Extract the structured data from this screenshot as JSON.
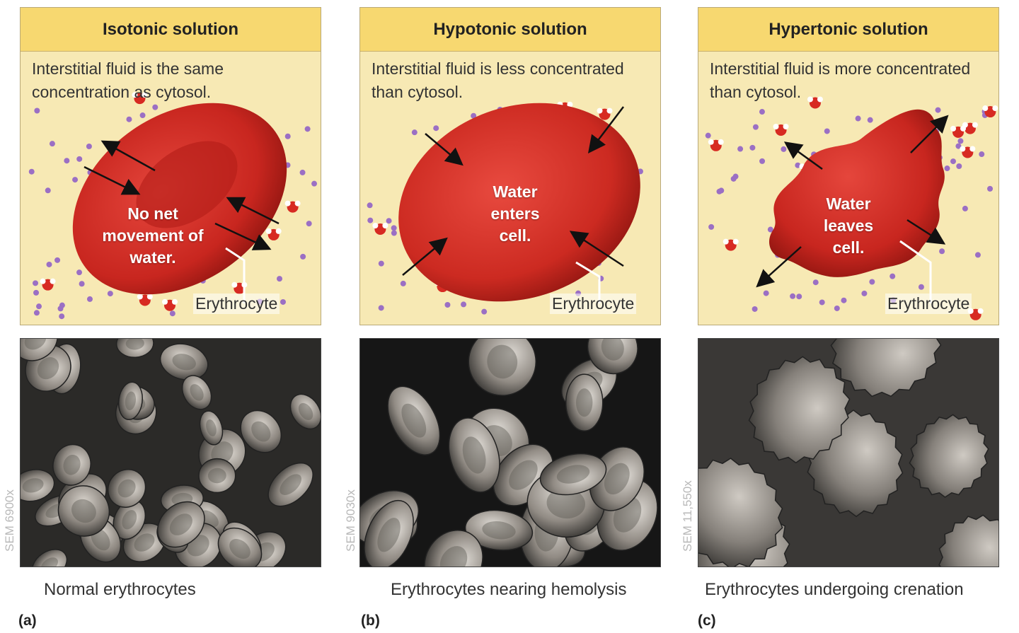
{
  "panels": [
    {
      "id": "a",
      "title": "Isotonic solution",
      "description": "Interstitial fluid is the same concentration as cytosol.",
      "cell_label": "No net movement of water.",
      "erythrocyte_label": "Erythrocyte",
      "sem_label": "SEM 6900x",
      "caption": "Normal erythrocytes",
      "letter": "(a)"
    },
    {
      "id": "b",
      "title": "Hypotonic solution",
      "description": "Interstitial fluid is less concentrated than cytosol.",
      "cell_label": "Water enters cell.",
      "erythrocyte_label": "Erythrocyte",
      "sem_label": "SEM 9030x",
      "caption": "Erythrocytes nearing hemolysis",
      "letter": "(b)"
    },
    {
      "id": "c",
      "title": "Hypertonic solution",
      "description": "Interstitial fluid is more concentrated than cytosol.",
      "cell_label": "Water leaves cell.",
      "erythrocyte_label": "Erythrocyte",
      "sem_label": "SEM 11,550x",
      "caption": "Erythrocytes undergoing crenation",
      "letter": "(c)"
    }
  ],
  "colors": {
    "title_bar": "#f7d870",
    "fluid": "#f7e9b4",
    "cell": "#c8261f",
    "solute": "#9b6fc4",
    "water": "#d72a22"
  }
}
